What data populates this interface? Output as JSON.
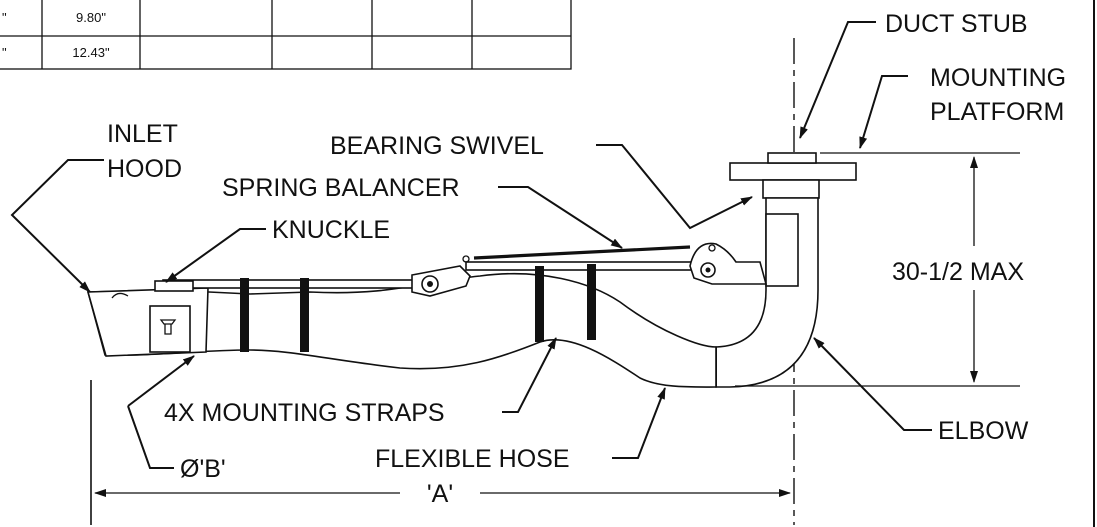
{
  "table": {
    "rows": [
      {
        "col_a": "\"",
        "col_b": "9.80\""
      },
      {
        "col_a": "\"",
        "col_b": "12.43\""
      }
    ]
  },
  "labels": {
    "duct_stub": "DUCT STUB",
    "mounting_platform_line1": "MOUNTING",
    "mounting_platform_line2": "PLATFORM",
    "inlet_hood_line1": "INLET",
    "inlet_hood_line2": "HOOD",
    "bearing_swivel": "BEARING SWIVEL",
    "spring_balancer": "SPRING BALANCER",
    "knuckle": "KNUCKLE",
    "max_height": "30-1/2 MAX",
    "mounting_straps": "4X MOUNTING STRAPS",
    "elbow": "ELBOW",
    "flexible_hose": "FLEXIBLE HOSE",
    "dim_b": "Ø'B'",
    "dim_a": "'A'"
  },
  "icons": {
    "arrowhead": "arrowhead-icon",
    "pivot": "pivot-bolt-icon",
    "latch": "latch-icon"
  },
  "colors": {
    "line": "#111111",
    "background": "#ffffff"
  }
}
